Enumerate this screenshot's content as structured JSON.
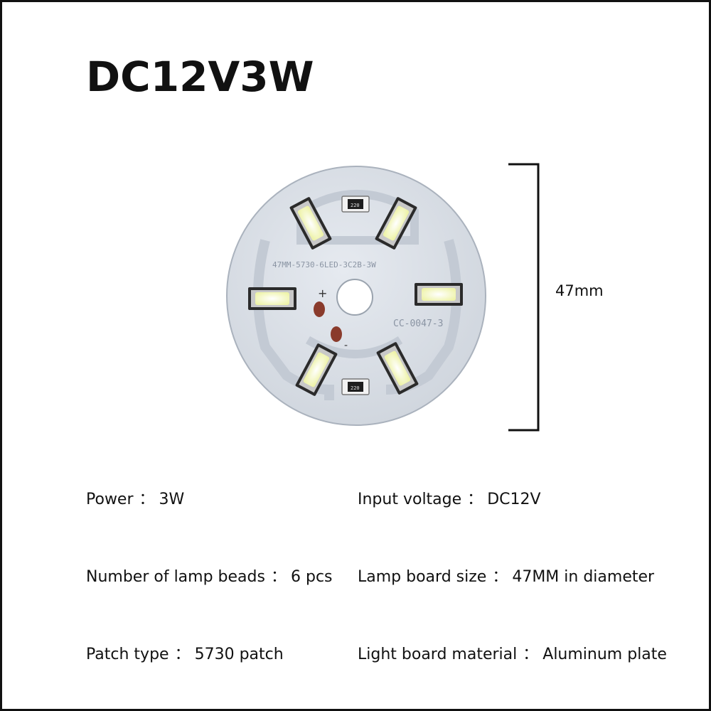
{
  "title": "DC12V3W",
  "board": {
    "model_text": "47MM-5730-6LED-3C2B-3W",
    "code_text": "CC-0047-3",
    "plus": "+",
    "minus": "-",
    "resistor_label": "220",
    "colors": {
      "board": "#d9dee5",
      "trace": "#bfc6d0",
      "pad": "#8a3b2c",
      "led_frame": "#2b2b2b",
      "led_light": "#f6f8c6"
    }
  },
  "dimension": {
    "label": "47mm"
  },
  "specs": [
    {
      "label": "Power",
      "sep": "：",
      "value": "3W"
    },
    {
      "label": "Input voltage",
      "sep": "：",
      "value": "DC12V"
    },
    {
      "label": "Number of lamp beads",
      "sep": "：",
      "value": "6 pcs"
    },
    {
      "label": "Lamp board size",
      "sep": "：",
      "value": "47MM in diameter"
    },
    {
      "label": "Patch type",
      "sep": "：",
      "value": "5730 patch"
    },
    {
      "label": "Light board material",
      "sep": "：",
      "value": "Aluminum plate"
    }
  ]
}
